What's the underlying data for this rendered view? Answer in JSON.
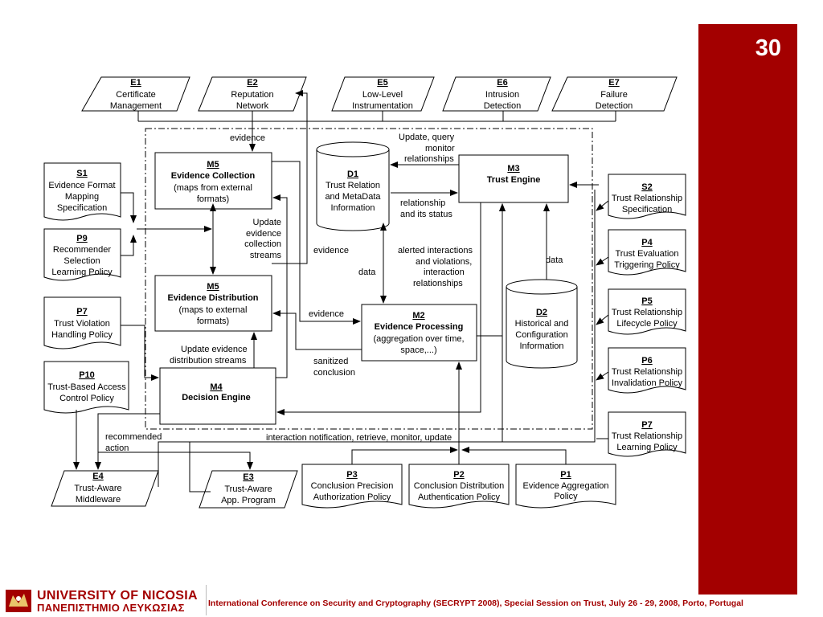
{
  "slide": {
    "page_number": "30",
    "footer_text": "International Conference on Security and Cryptography (SECRYPT 2008), Special Session on Trust, July 26 - 29, 2008, Porto, Portugal",
    "university_en": "UNIVERSITY OF NICOSIA",
    "university_gr": "ΠΑΝΕΠΙΣΤΗΜΙΟ ΛΕΥΚΩΣΙΑΣ",
    "accent_color": "#a30000"
  },
  "external": {
    "e1": {
      "id": "E1",
      "l1": "Certificate",
      "l2": "Management"
    },
    "e2": {
      "id": "E2",
      "l1": "Reputation",
      "l2": "Network"
    },
    "e5": {
      "id": "E5",
      "l1": "Low-Level",
      "l2": "Instrumentation"
    },
    "e6": {
      "id": "E6",
      "l1": "Intrusion",
      "l2": "Detection"
    },
    "e7": {
      "id": "E7",
      "l1": "Failure",
      "l2": "Detection"
    },
    "e4": {
      "id": "E4",
      "l1": "Trust-Aware",
      "l2": "Middleware"
    },
    "e3": {
      "id": "E3",
      "l1": "Trust-Aware",
      "l2": "App. Program"
    }
  },
  "modules": {
    "m5a": {
      "id": "M5",
      "title": "Evidence Collection",
      "l1": "(maps from external",
      "l2": "formats)"
    },
    "m5b": {
      "id": "M5",
      "title": "Evidence Distribution",
      "l1": "(maps to external",
      "l2": "formats)"
    },
    "m4": {
      "id": "M4",
      "title": "Decision Engine"
    },
    "m2": {
      "id": "M2",
      "title": "Evidence Processing",
      "l1": "(aggregation over time,",
      "l2": "space,...)"
    },
    "m3": {
      "id": "M3",
      "title": "Trust Engine"
    }
  },
  "stores": {
    "d1": {
      "id": "D1",
      "l1": "Trust Relation",
      "l2": "and MetaData",
      "l3": "Information"
    },
    "d2": {
      "id": "D2",
      "l1": "Historical and",
      "l2": "Configuration",
      "l3": "Information"
    }
  },
  "docs": {
    "s1": {
      "id": "S1",
      "l1": "Evidence Format",
      "l2": "Mapping",
      "l3": "Specification"
    },
    "p9": {
      "id": "P9",
      "l1": "Recommender",
      "l2": "Selection",
      "l3": "Learning Policy"
    },
    "p7a": {
      "id": "P7",
      "l1": "Trust Violation",
      "l2": "Handling Policy"
    },
    "p10": {
      "id": "P10",
      "l1": "Trust-Based Access",
      "l2": "Control Policy"
    },
    "s2": {
      "id": "S2",
      "l1": "Trust Relationship",
      "l2": "Specification"
    },
    "p4": {
      "id": "P4",
      "l1": "Trust Evaluation",
      "l2": "Triggering Policy"
    },
    "p5": {
      "id": "P5",
      "l1": "Trust Relationship",
      "l2": "Lifecycle Policy"
    },
    "p6": {
      "id": "P6",
      "l1": "Trust Relationship",
      "l2": "Invalidation Policy"
    },
    "p7b": {
      "id": "P7",
      "l1": "Trust Relationship",
      "l2": "Learning Policy"
    },
    "p3": {
      "id": "P3",
      "l1": "Conclusion Precision",
      "l2": "Authorization Policy"
    },
    "p2": {
      "id": "P2",
      "l1": "Conclusion Distribution",
      "l2": "Authentication Policy"
    },
    "p1": {
      "id": "P1",
      "l1": "Evidence Aggregation",
      "l2": "Policy"
    }
  },
  "labels": {
    "evidence_top": "evidence",
    "update_query_1": "Update, query",
    "update_query_2": "monitor",
    "update_query_3": "relationships",
    "relationship_1": "relationship",
    "relationship_2": "and its status",
    "update_coll_1": "Update",
    "update_coll_2": "evidence",
    "update_coll_3": "collection",
    "update_coll_4": "streams",
    "evidence_mid": "evidence",
    "alerted_1": "alerted interactions",
    "alerted_2": "and violations,",
    "alerted_3": "interaction",
    "alerted_4": "relationships",
    "data_d1": "data",
    "data_d2": "data",
    "evidence_m2": "evidence",
    "update_dist_1": "Update evidence",
    "update_dist_2": "distribution streams",
    "sanitized_1": "sanitized",
    "sanitized_2": "conclusion",
    "recommended_1": "recommended",
    "recommended_2": "action",
    "interaction_notif": "interaction notification, retrieve, monitor, update"
  }
}
